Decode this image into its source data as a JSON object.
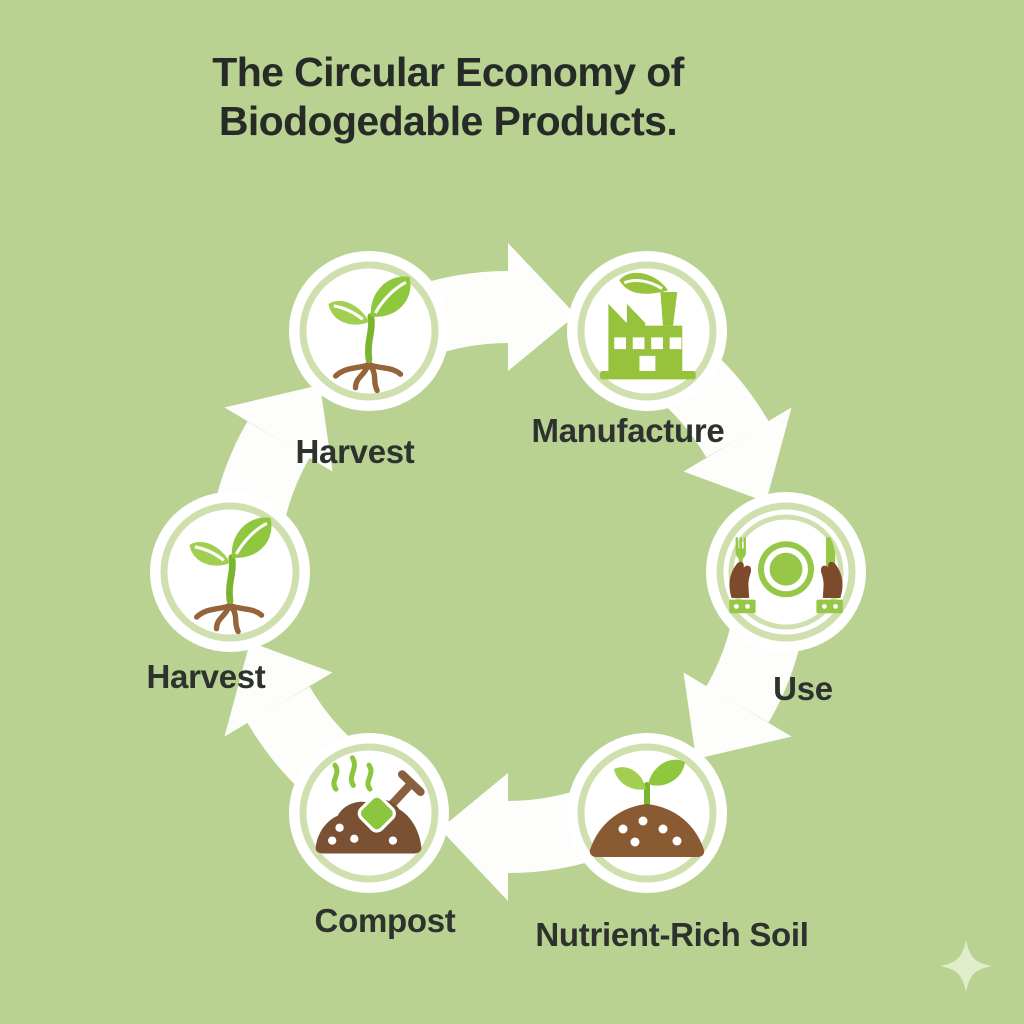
{
  "title": {
    "line1": "The Circular Economy of",
    "line2": "Biodogedable Products."
  },
  "nodes": [
    {
      "id": "harvest-top",
      "label": "Harvest",
      "icon": "seedling-icon"
    },
    {
      "id": "manufacture",
      "label": "Manufacture",
      "icon": "eco-factory-icon"
    },
    {
      "id": "use",
      "label": "Use",
      "icon": "dining-hands-icon"
    },
    {
      "id": "nutrient-rich-soil",
      "label": "Nutrient-Rich Soil",
      "icon": "soil-sprout-icon"
    },
    {
      "id": "compost",
      "label": "Compost",
      "icon": "compost-shovel-icon"
    },
    {
      "id": "harvest-left",
      "label": "Harvest",
      "icon": "seedling-icon"
    }
  ],
  "flow": [
    "Harvest",
    "Manufacture",
    "Use",
    "Nutrient-Rich Soil",
    "Compost",
    "Harvest"
  ],
  "decor": {
    "sparkle_icon": "sparkle-icon"
  },
  "colors": {
    "background": "#b9d291",
    "arrow": "#fdfefb",
    "node_fill": "#ffffff",
    "node_ring": "#cfe0ae",
    "text": "#2d322f",
    "title_text": "#262b28",
    "leaf_green": "#8fc73e",
    "leaf_green_light": "#a2cf52",
    "stem_green": "#7ab52f",
    "factory_green": "#97c23c",
    "accent_green": "#97c746",
    "soil_brown": "#8a5a33",
    "compost_brown": "#7a5233",
    "hand_brown": "#7d4a2c",
    "root_brown": "#96643a",
    "sparkle": "#e1edca"
  }
}
